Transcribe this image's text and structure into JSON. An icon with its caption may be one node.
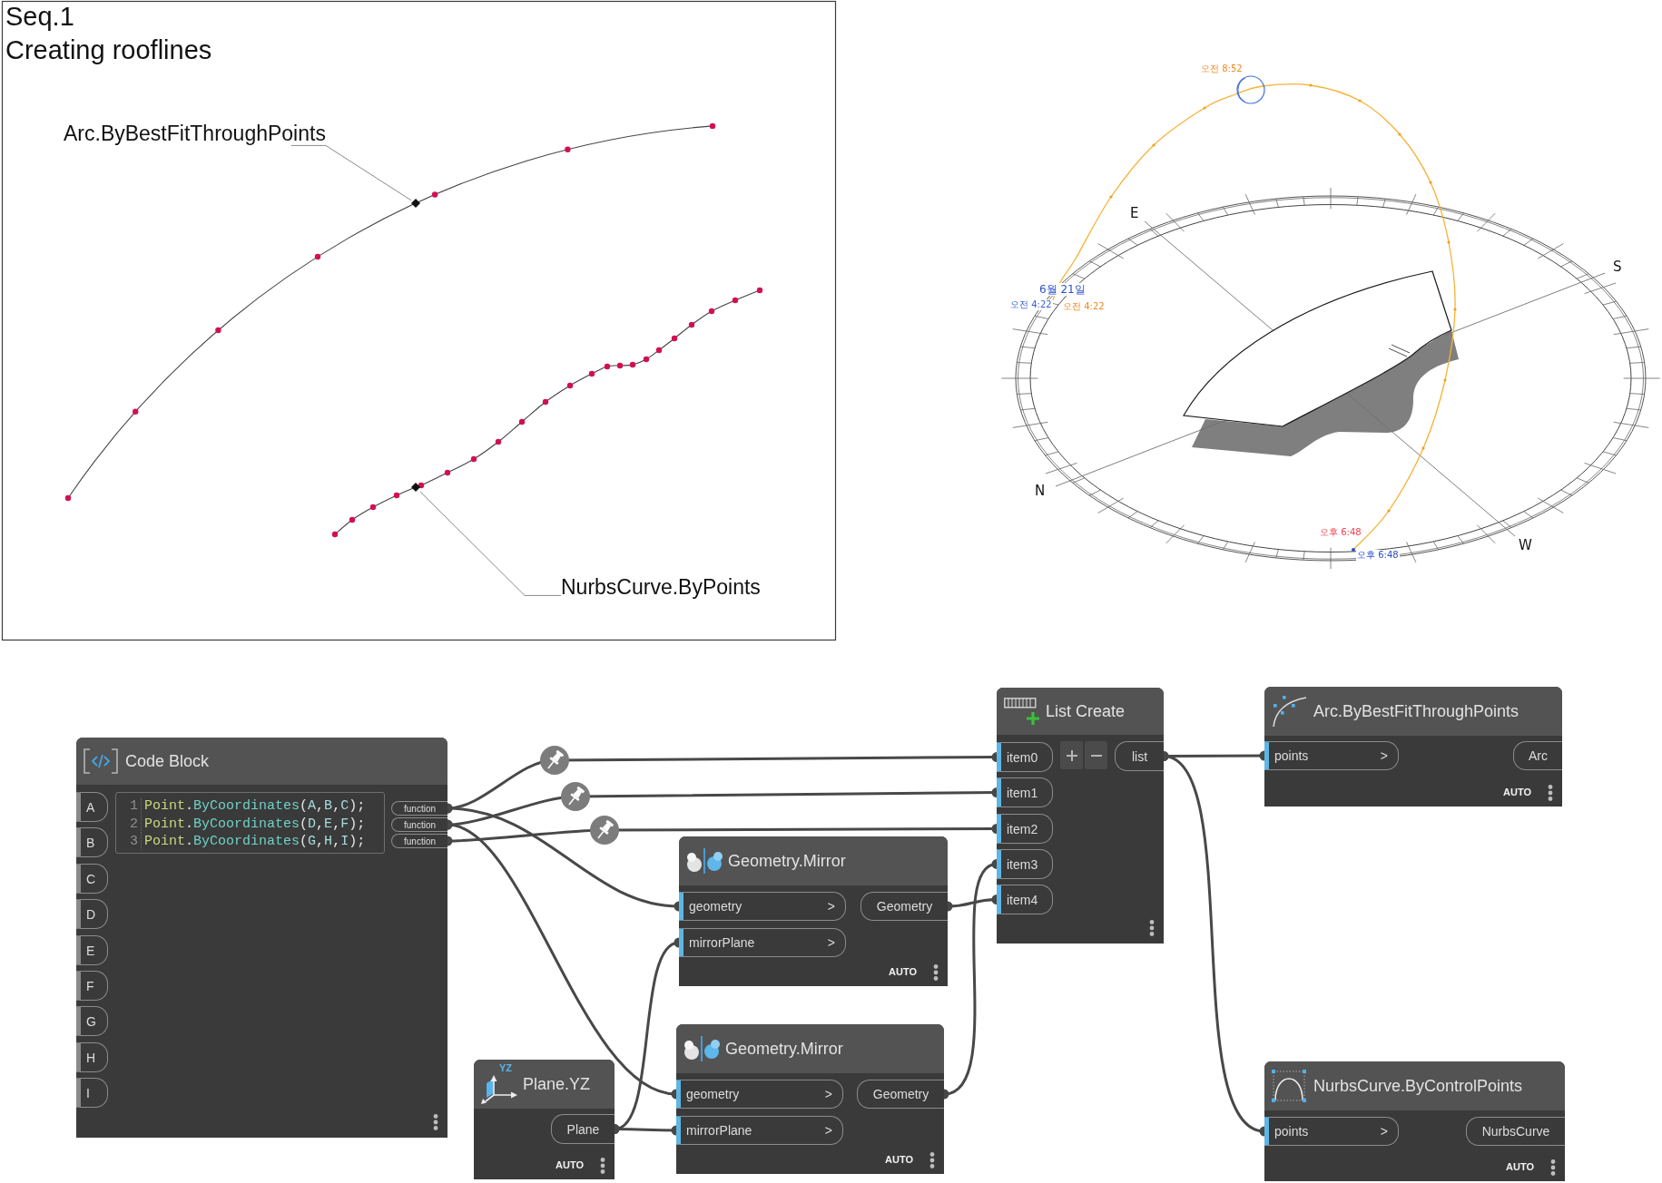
{
  "diagram": {
    "title": "Seq.1 Creating rooflines",
    "nodes": [
      {
        "text": [
          "Arc.ByBestFitThroughPoints"
        ]
      },
      {
        "text": [],
        "shape": "diamond"
      },
      {
        "text": [
          "NurbsCurve.ByPoints"
        ]
      },
      {
        "text": [],
        "shape": "diamond"
      },
      {
        "text": [
          "Code Block"
        ]
      },
      {
        "text": [
          "A"
        ],
        "in": 4
      },
      {
        "text": [
          "B"
        ],
        "in": 4
      },
      {
        "text": [
          "C"
        ],
        "in": 4
      },
      {
        "text": [
          "D"
        ],
        "in": 4
      },
      {
        "text": [
          "E"
        ],
        "in": 4
      },
      {
        "text": [
          "F"
        ],
        "in": 4
      },
      {
        "text": [
          "G"
        ],
        "in": 4
      },
      {
        "text": [
          "H"
        ],
        "in": 4
      },
      {
        "text": [
          "I"
        ],
        "in": 4
      },
      {
        "text": [
          "1",
          "Point.ByCoordinates(A,B,C);",
          "2",
          "Point.ByCoordinates(D,E,F);",
          "3",
          "Point.ByCoordinates(G,H,I);"
        ],
        "in": 4
      },
      {
        "text": [
          "function"
        ],
        "in": 4
      },
      {
        "text": [
          "function"
        ],
        "in": 4
      },
      {
        "text": [
          "function"
        ],
        "in": 4
      },
      {
        "text": [
          "Geometry.Mirror",
          "AUTO"
        ]
      },
      {
        "text": [
          "geometry",
          ">"
        ],
        "in": 18
      },
      {
        "text": [
          "mirrorPlane",
          ">"
        ],
        "in": 18
      },
      {
        "text": [
          "Geometry"
        ],
        "in": 18
      },
      {
        "text": [
          "YZ",
          "Plane.YZ",
          "AUTO"
        ]
      },
      {
        "text": [
          "Plane"
        ],
        "in": 22
      },
      {
        "text": [
          "Geometry.Mirror",
          "AUTO"
        ]
      },
      {
        "text": [
          "geometry",
          ">"
        ],
        "in": 24
      },
      {
        "text": [
          "mirrorPlane",
          ">"
        ],
        "in": 24
      },
      {
        "text": [
          "Geometry"
        ],
        "in": 24
      },
      {
        "text": [
          "List Create"
        ]
      },
      {
        "text": [
          "item0"
        ],
        "in": 28
      },
      {
        "text": [
          "item1"
        ],
        "in": 28
      },
      {
        "text": [
          "item2"
        ],
        "in": 28
      },
      {
        "text": [
          "item3"
        ],
        "in": 28
      },
      {
        "text": [
          "item4"
        ],
        "in": 28
      },
      {
        "text": [
          "list"
        ],
        "in": 28
      },
      {
        "text": [
          "Arc.ByBestFitThroughPoints",
          "AUTO"
        ]
      },
      {
        "text": [
          "points",
          ">"
        ],
        "in": 35
      },
      {
        "text": [
          "Arc"
        ],
        "in": 35
      },
      {
        "text": [
          "NurbsCurve.ByControlPoints",
          "AUTO"
        ]
      },
      {
        "text": [
          "points",
          ">"
        ],
        "in": 38
      },
      {
        "text": [
          "NurbsCurve"
        ],
        "in": 38
      }
    ],
    "edges": [
      {
        "from": 0,
        "to": 1,
        "arrow": "none",
        "color": "#8a8a8a"
      },
      {
        "from": 2,
        "to": 3,
        "arrow": "none",
        "color": "#8a8a8a"
      },
      {
        "from": 15,
        "to": 29,
        "arrow": "other"
      },
      {
        "from": 16,
        "to": 30,
        "arrow": "other"
      },
      {
        "from": 17,
        "to": 31,
        "arrow": "other"
      },
      {
        "from": 15,
        "to": 19,
        "arrow": "other"
      },
      {
        "from": 16,
        "to": 25,
        "arrow": "other"
      },
      {
        "from": 23,
        "to": 20,
        "arrow": "other"
      },
      {
        "from": 23,
        "to": 26,
        "arrow": "other"
      },
      {
        "from": 21,
        "to": 33,
        "arrow": "other"
      },
      {
        "from": 27,
        "to": 32,
        "arrow": "other"
      },
      {
        "from": 34,
        "to": 36,
        "arrow": "other"
      },
      {
        "from": 34,
        "to": 39,
        "arrow": "other"
      }
    ],
    "labels": [
      "오전 8:52",
      "E",
      "S",
      "6월 21일",
      "오전 4:22",
      "오전 4:22",
      "N",
      "오후 6:48",
      "W",
      "오후 6:48"
    ]
  }
}
